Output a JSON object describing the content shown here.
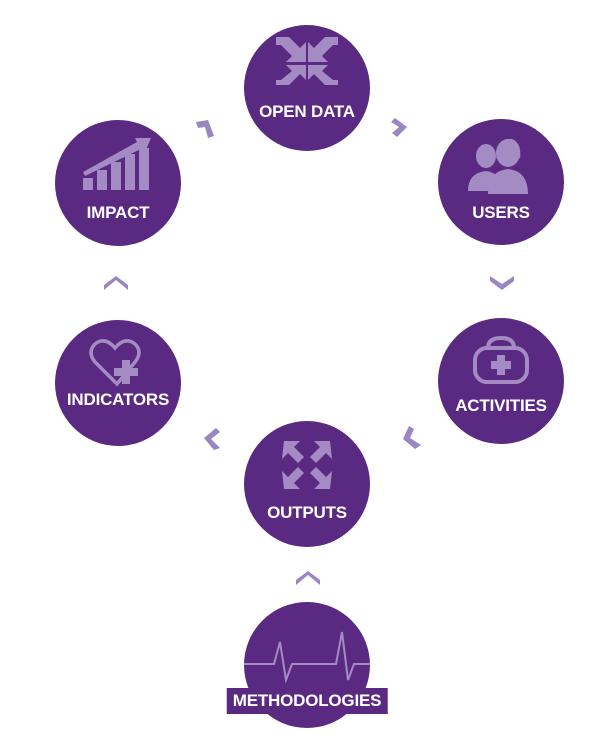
{
  "colors": {
    "node": "#5a2a82",
    "icon": "#a48bc4",
    "arrow": "#9a86c2"
  },
  "nodes": {
    "open_data": {
      "label": "OPEN DATA",
      "icon": "compress-arrows-icon"
    },
    "users": {
      "label": "USERS",
      "icon": "users-icon"
    },
    "activities": {
      "label": "ACTIVITIES",
      "icon": "medical-bag-icon"
    },
    "outputs": {
      "label": "OUTPUTS",
      "icon": "expand-arrows-icon"
    },
    "indicators": {
      "label": "INDICATORS",
      "icon": "heart-plus-icon"
    },
    "impact": {
      "label": "IMPACT",
      "icon": "growth-chart-icon"
    },
    "methodologies": {
      "label": "METHODOLOGIES",
      "icon": "heartbeat-icon"
    }
  }
}
